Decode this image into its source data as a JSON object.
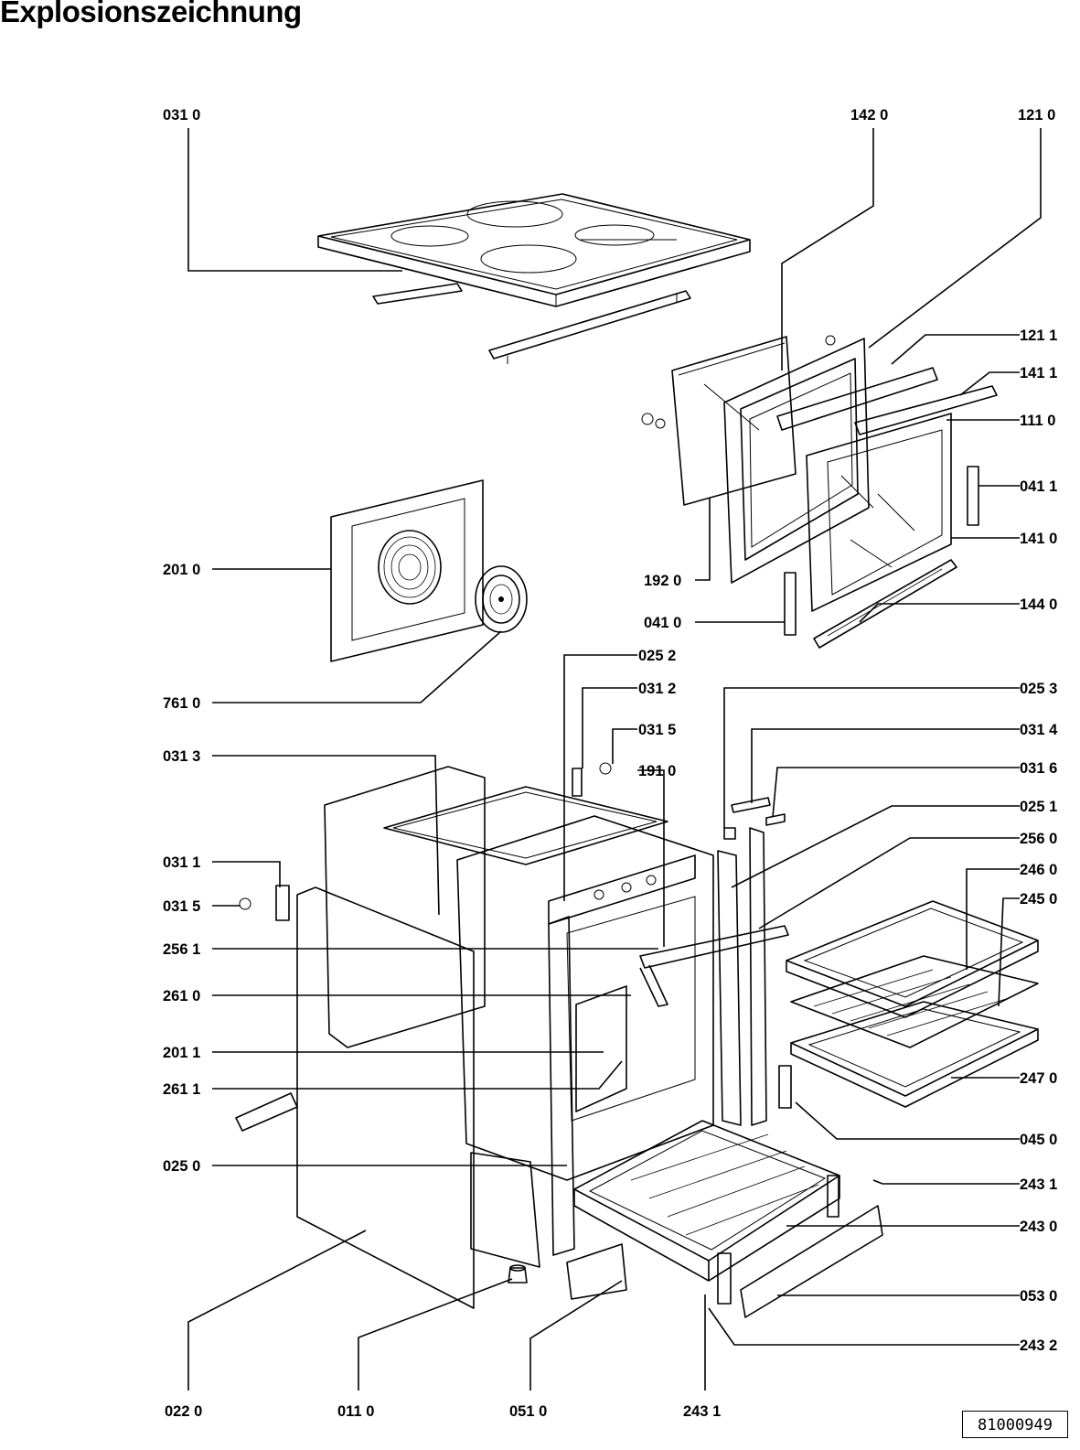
{
  "title": "Explosionszeichnung",
  "document_number": "81000949",
  "callouts": [
    {
      "id": "031_0_top",
      "text": "031 0"
    },
    {
      "id": "142_0",
      "text": "142 0"
    },
    {
      "id": "121_0",
      "text": "121 0"
    },
    {
      "id": "121_1",
      "text": "121 1"
    },
    {
      "id": "141_1",
      "text": "141 1"
    },
    {
      "id": "111_0",
      "text": "111 0"
    },
    {
      "id": "041_1",
      "text": "041 1"
    },
    {
      "id": "141_0",
      "text": "141 0"
    },
    {
      "id": "144_0",
      "text": "144 0"
    },
    {
      "id": "192_0",
      "text": "192 0"
    },
    {
      "id": "041_0",
      "text": "041 0"
    },
    {
      "id": "201_0",
      "text": "201 0"
    },
    {
      "id": "761_0",
      "text": "761 0"
    },
    {
      "id": "025_2",
      "text": "025 2"
    },
    {
      "id": "031_2",
      "text": "031 2"
    },
    {
      "id": "031_5_top",
      "text": "031 5"
    },
    {
      "id": "191_0",
      "text": "191 0"
    },
    {
      "id": "031_3",
      "text": "031  3"
    },
    {
      "id": "025_3",
      "text": "025 3"
    },
    {
      "id": "031_4",
      "text": "031 4"
    },
    {
      "id": "031_6",
      "text": "031 6"
    },
    {
      "id": "025_1",
      "text": "025 1"
    },
    {
      "id": "256_0",
      "text": "256 0"
    },
    {
      "id": "246_0",
      "text": "246 0"
    },
    {
      "id": "245_0",
      "text": "245 0"
    },
    {
      "id": "031_1",
      "text": "031 1"
    },
    {
      "id": "031_5_left",
      "text": "031 5"
    },
    {
      "id": "256_1",
      "text": "256 1"
    },
    {
      "id": "261_0",
      "text": "261 0"
    },
    {
      "id": "201_1",
      "text": "201 1"
    },
    {
      "id": "261_1",
      "text": "261 1"
    },
    {
      "id": "247_0",
      "text": "247 0"
    },
    {
      "id": "045_0",
      "text": "045 0"
    },
    {
      "id": "025_0",
      "text": "025 0"
    },
    {
      "id": "243_1_right",
      "text": "243 1"
    },
    {
      "id": "243_0",
      "text": "243 0"
    },
    {
      "id": "053_0",
      "text": "053 0"
    },
    {
      "id": "243_2",
      "text": "243 2"
    },
    {
      "id": "022_0",
      "text": "022 0"
    },
    {
      "id": "011_0",
      "text": "011 0"
    },
    {
      "id": "051_0",
      "text": "051 0"
    },
    {
      "id": "243_1_bottom",
      "text": "243 1"
    }
  ]
}
